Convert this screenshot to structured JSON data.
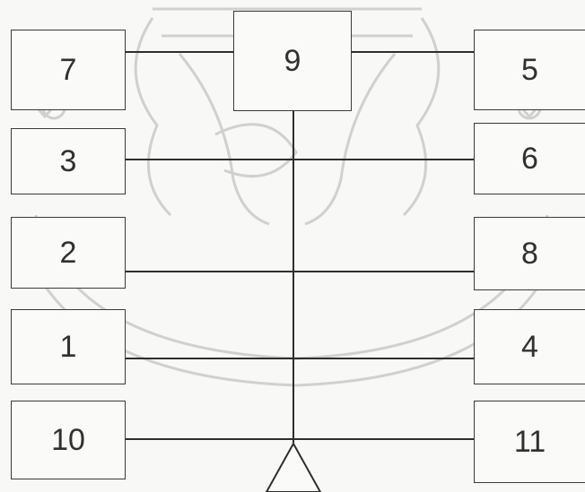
{
  "boxes": {
    "b7": "7",
    "b9": "9",
    "b5": "5",
    "b3": "3",
    "b6": "6",
    "b2": "2",
    "b8": "8",
    "b1": "1",
    "b4": "4",
    "b10": "10",
    "b11": "11"
  },
  "watermark": {
    "type": "university-seal",
    "color": "#c9c9c7"
  }
}
